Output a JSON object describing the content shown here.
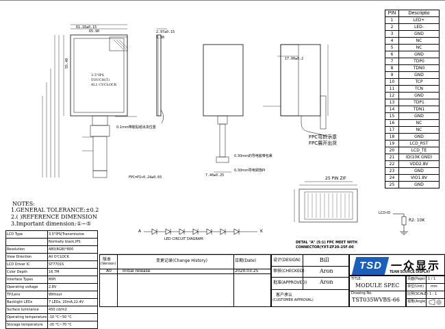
{
  "pin_table": {
    "header_pin": "PIN",
    "header_desc": "Descriptio",
    "rows": [
      [
        "1",
        "LED+"
      ],
      [
        "2",
        "LED-"
      ],
      [
        "3",
        "GND"
      ],
      [
        "4",
        "NC"
      ],
      [
        "5",
        "NC"
      ],
      [
        "6",
        "GND"
      ],
      [
        "7",
        "TDP0"
      ],
      [
        "8",
        "TDN0"
      ],
      [
        "9",
        "GND"
      ],
      [
        "10",
        "TCP"
      ],
      [
        "11",
        "TCN"
      ],
      [
        "12",
        "GND"
      ],
      [
        "13",
        "TDP1"
      ],
      [
        "14",
        "TDN1"
      ],
      [
        "15",
        "GND"
      ],
      [
        "16",
        "NC"
      ],
      [
        "17",
        "NC"
      ],
      [
        "18",
        "GND"
      ],
      [
        "19",
        "LCD_RST"
      ],
      [
        "20",
        "LCD_TE"
      ],
      [
        "21",
        "ID(10K GND)"
      ],
      [
        "22",
        "VDD2.8V"
      ],
      [
        "23",
        "GND"
      ],
      [
        "24",
        "VIO1.8V"
      ],
      [
        "25",
        "GND"
      ]
    ]
  },
  "front_view": {
    "dim_top1": "61.16±0.15",
    "dim_top2": "65.90",
    "dim_side": "55.40",
    "screen_label1": "3.5\"IPS",
    "screen_label2": "TOUCH(T)",
    "screen_label3": "4L1 CVCLOCK",
    "fpc_note": "0.1mm带胶贴纸出货位置"
  },
  "side_view": {
    "dim1": "2.97±0.15",
    "dim2": "1.88"
  },
  "back_view": {
    "fpc_label": "FPC=PI+0.24±0.03",
    "dim_bottom": "7.40±0.25"
  },
  "back_view2": {
    "dim_top": "17.00±0.2",
    "fpc_note1": "FPC弯折示意",
    "fpc_note2": "FPC展开出货",
    "note_small1": "0.30mm的导电胶带包裹",
    "note_small2": "0.30mm导电铜箔PI"
  },
  "connector": {
    "title": "25 PIN ZIF",
    "caption": "DETAL \"A\" (5:1) FPC MEET WITH",
    "caption2": "CONNECTOR(YXT-ZF20-25F-00"
  },
  "notes": {
    "title": "NOTES:",
    "n1": "1.GENERAL TOLERANCE:±0.2",
    "n2": "2.(  )REFERENCE DIMENSION",
    "n3": "3.Important dimension:",
    "n3_sym": "①~⑤"
  },
  "led_circuit": {
    "label": "LED CIRCUIT DIAGRAM:",
    "a": "A",
    "k": "K"
  },
  "resistor": {
    "label": "LCD-ID",
    "value": "R2: 10K"
  },
  "spec_table": [
    [
      "LCD Type",
      "3.5\"IPS(Transmissive"
    ],
    [
      "",
      "Normally black,IPS"
    ],
    [
      "Resolution",
      "480(RGB)*800"
    ],
    [
      "View Direction",
      "All O'CLOCK"
    ],
    [
      "LCD Driver IC",
      "ST7701S"
    ],
    [
      "Color Depth",
      "16.7M"
    ],
    [
      "Interface Types",
      "MIPI"
    ],
    [
      "Operating voltage",
      "2.8V"
    ],
    [
      "TP/Lens",
      "Without"
    ],
    [
      "Backlight LEDs",
      "7 LEDs, 20mA,22.4V"
    ],
    [
      "Surface luminance",
      "450 cd/m2"
    ],
    [
      "Operating temperature",
      "-10 °C~50 °C"
    ],
    [
      "Storage temperature",
      "-20 °C~70 °C"
    ]
  ],
  "revision": {
    "h_ver": "版本",
    "h_ver2": "(Version)",
    "h_change": "变更记录(Change History)",
    "h_date": "日期(Date)",
    "ver": "A0",
    "change": "Initial release",
    "date": "2020.03.25"
  },
  "title_block": {
    "design_label": "设计(DESIGN)",
    "design_value": "Bill",
    "checked_label": "审核(CHECKED)",
    "checked_value": "Aron",
    "approved_label": "批准(APPROVED)",
    "approved_value": "Aron",
    "customer_label": "客户承认",
    "customer_label2": "(CUSTOMER APPROVAL)",
    "title_label": "TITLE:",
    "title_value": "MODULE SPEC",
    "drawing_label": "Drawing No.",
    "drawing_value": "TST035WVBS-66",
    "page_label": "页面(Page)",
    "page_value": "1 / 1",
    "unit_label": "单位(Unit)",
    "unit_value": "mm",
    "scale_label": "比例(SCALE)",
    "scale_value": "1 : 1",
    "angle_label": "视角(Angle)",
    "company_cn": "一众显示",
    "company_en": "TEAM SOURCE DISPLAY",
    "logo_text": "TSD"
  }
}
